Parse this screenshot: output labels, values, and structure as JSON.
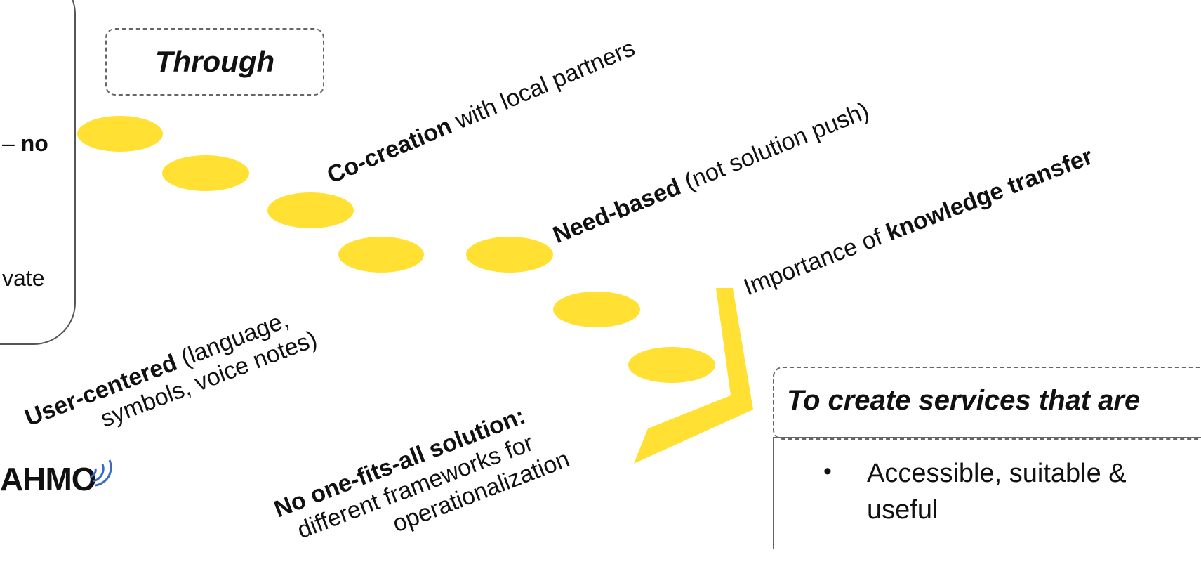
{
  "left_panel": {
    "line1_dash": "– ",
    "line1_bold": "no",
    "line2": "vate"
  },
  "through_label": "Through",
  "statements": {
    "co_creation": {
      "bold": "Co-creation",
      "rest": " with local partners"
    },
    "need_based": {
      "bold": "Need-based",
      "rest": " (not solution push)"
    },
    "knowledge": {
      "pre": "Importance of ",
      "bold": "knowledge transfer"
    },
    "user_centered": {
      "bold": "User-centered",
      "rest": " (language,",
      "line2": "symbols, voice notes)"
    },
    "no_one_fits": {
      "bold": "No one-fits-all solution:",
      "line2": "different frameworks for",
      "line3": "operationalization"
    }
  },
  "services": {
    "title": "To create services that are",
    "bullet": "•",
    "items": [
      "Accessible, suitable & useful"
    ]
  },
  "logo": {
    "text": "AHM",
    "ring_letter": "O"
  },
  "colors": {
    "accent_yellow": "#ffe033",
    "border_gray": "#666666",
    "text": "#111111"
  }
}
